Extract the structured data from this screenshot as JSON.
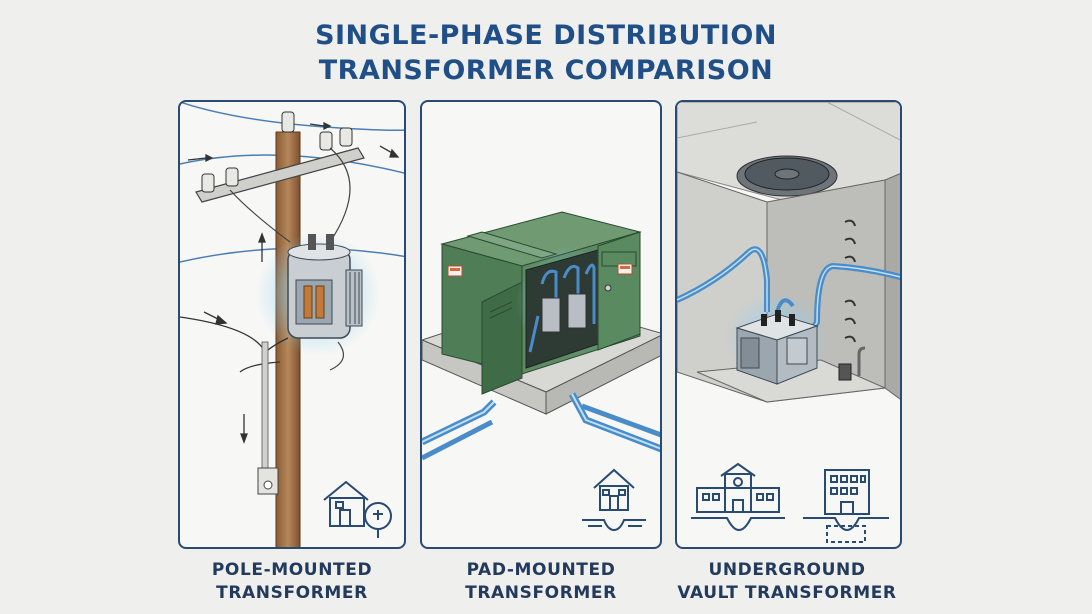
{
  "title": {
    "line1": "SINGLE-PHASE DISTRIBUTION",
    "line2": "TRANSFORMER COMPARISON"
  },
  "panels": [
    {
      "label_line1": "POLE-MOUNTED",
      "label_line2": "TRANSFORMER"
    },
    {
      "label_line1": "PAD-MOUNTED",
      "label_line2": "TRANSFORMER"
    },
    {
      "label_line1": "UNDERGROUND",
      "label_line2": "VAULT TRANSFORMER"
    }
  ],
  "colors": {
    "title": "#1f4f86",
    "panel_border": "#294a72",
    "cabinet_green": "#4f7d55",
    "cable_blue": "#4a8cc9",
    "glow": "#8fd0f5",
    "pole_brown": "#a8784a"
  },
  "icons": [
    "house-meter-icon",
    "house-underground-icon",
    "school-building-icon",
    "apartment-building-icon",
    "manhole-cover-icon"
  ]
}
